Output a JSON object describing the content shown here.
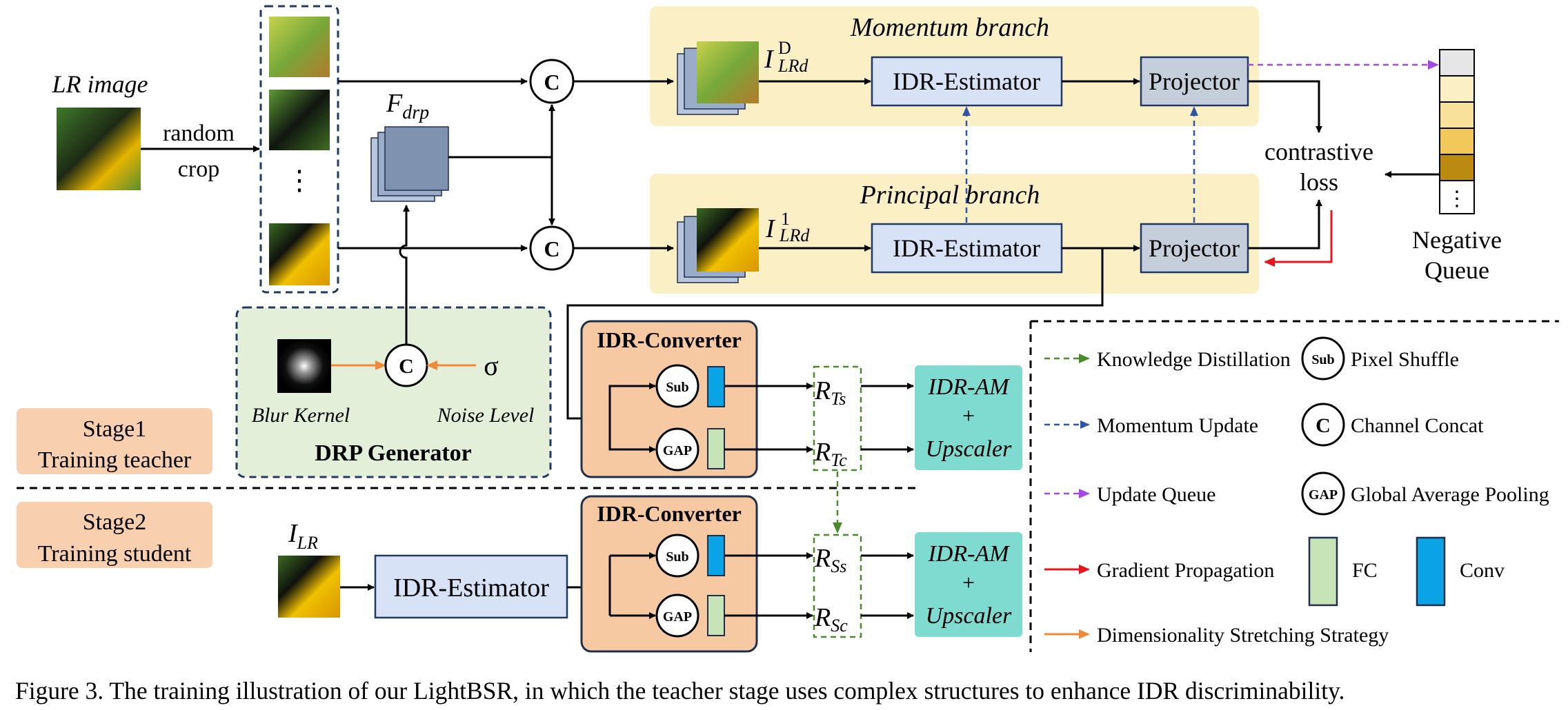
{
  "inputs": {
    "lr_image_label": "LR image",
    "random_crop_line1": "random",
    "random_crop_line2": "crop",
    "ellipsis": "⋮",
    "f_drp_main": "F",
    "f_drp_sub": "drp"
  },
  "branches": {
    "momentum_title": "Momentum branch",
    "principal_title": "Principal branch",
    "i_lrd_main": "I",
    "i_lrd_sup_d": "D",
    "i_lrd_sup_1": "1",
    "i_lrd_sub": "LRd",
    "estimator_label": "IDR-Estimator",
    "projector_label": "Projector",
    "concat_symbol": "C",
    "loss_line1": "contrastive",
    "loss_line2": "loss",
    "queue_line1": "Negative",
    "queue_line2": "Queue",
    "queue_ellipsis": "⋮"
  },
  "drp_generator": {
    "title": "DRP Generator",
    "blur_label": "Blur Kernel",
    "noise_label": "Noise Level",
    "sigma": "σ",
    "concat_symbol": "C"
  },
  "stages": {
    "stage1_line1": "Stage1",
    "stage1_line2": "Training teacher",
    "stage2_line1": "Stage2",
    "stage2_line2": "Training student"
  },
  "converter": {
    "title": "IDR-Converter",
    "sub_symbol": "Sub",
    "gap_symbol": "GAP",
    "r_main": "R",
    "r_ts_sub": "Ts",
    "r_tc_sub": "Tc",
    "r_ss_sub": "Ss",
    "r_sc_sub": "Sc",
    "am_line1": "IDR-AM",
    "am_line2": "+",
    "am_line3": "Upscaler"
  },
  "student": {
    "i_lr_main": "I",
    "i_lr_sub": "LR",
    "estimator_label": "IDR-Estimator"
  },
  "legend": {
    "knowledge_distillation": "Knowledge Distillation",
    "momentum_update": "Momentum Update",
    "update_queue": "Update Queue",
    "gradient_propagation": "Gradient Propagation",
    "dimensionality_stretching": "Dimensionality Stretching Strategy",
    "sub_symbol": "Sub",
    "pixel_shuffle": "Pixel Shuffle",
    "c_symbol": "C",
    "channel_concat": "Channel Concat",
    "gap_symbol": "GAP",
    "global_average_pooling": "Global Average Pooling",
    "fc": "FC",
    "conv": "Conv"
  },
  "caption": "Figure 3. The training illustration of our LightBSR, in which the teacher stage uses complex structures to enhance IDR discriminability.",
  "colors": {
    "branch_bg": "#fbefc6",
    "box_blue": "#d7e2f6",
    "box_gray": "#c5cfdc",
    "converter_bg": "#f7c9a3",
    "stage_bg": "#f8d0b0",
    "drp_bg": "#e3efd9",
    "am_bg": "#7fdad0",
    "fc": "#c6e4b8",
    "conv": "#0aa3e6",
    "green_arrow": "#4a8a2a",
    "blue_arrow": "#2e56a8",
    "purple_arrow": "#a546e6",
    "red_arrow": "#e8141c",
    "orange_arrow": "#ef8a3a"
  }
}
